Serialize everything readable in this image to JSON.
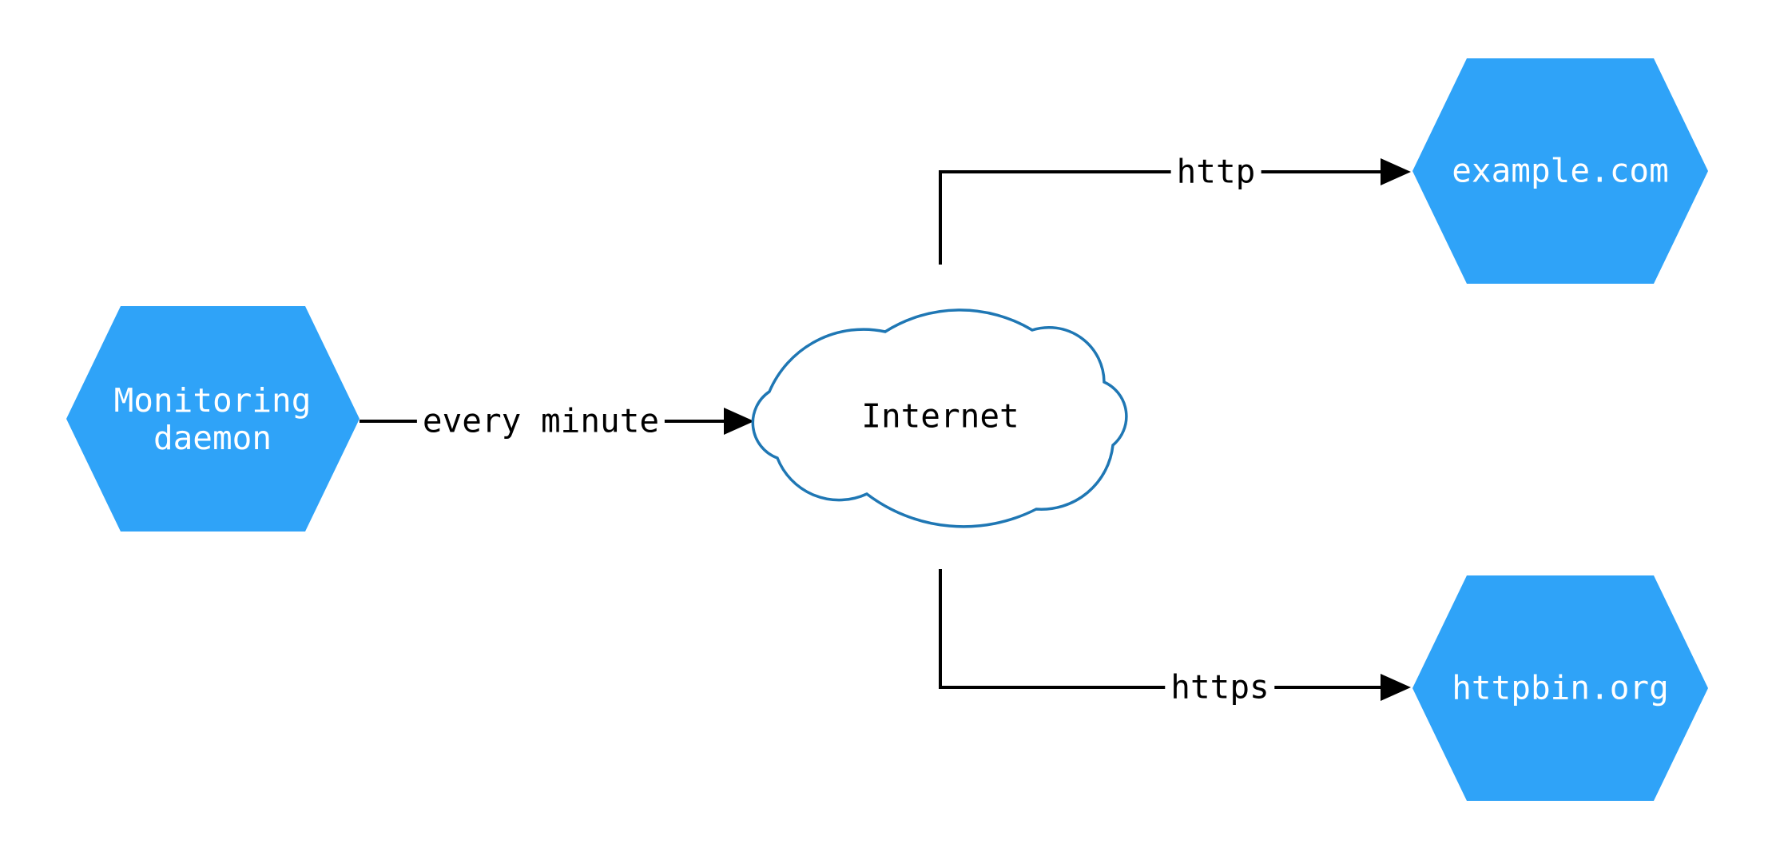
{
  "diagram": {
    "nodes": {
      "monitoring_daemon": {
        "lines": [
          "Monitoring",
          "daemon"
        ]
      },
      "internet": {
        "label": "Internet"
      },
      "example_com": {
        "label": "example.com"
      },
      "httpbin_org": {
        "label": "httpbin.org"
      }
    },
    "edges": {
      "every_minute": {
        "label": "every minute"
      },
      "http": {
        "label": "http"
      },
      "https": {
        "label": "https"
      }
    },
    "colors": {
      "node_fill": "#2fa3f8",
      "cloud_stroke": "#1f77b4",
      "edge_color": "#000000",
      "node_text": "#ffffff",
      "background": "#ffffff"
    }
  }
}
